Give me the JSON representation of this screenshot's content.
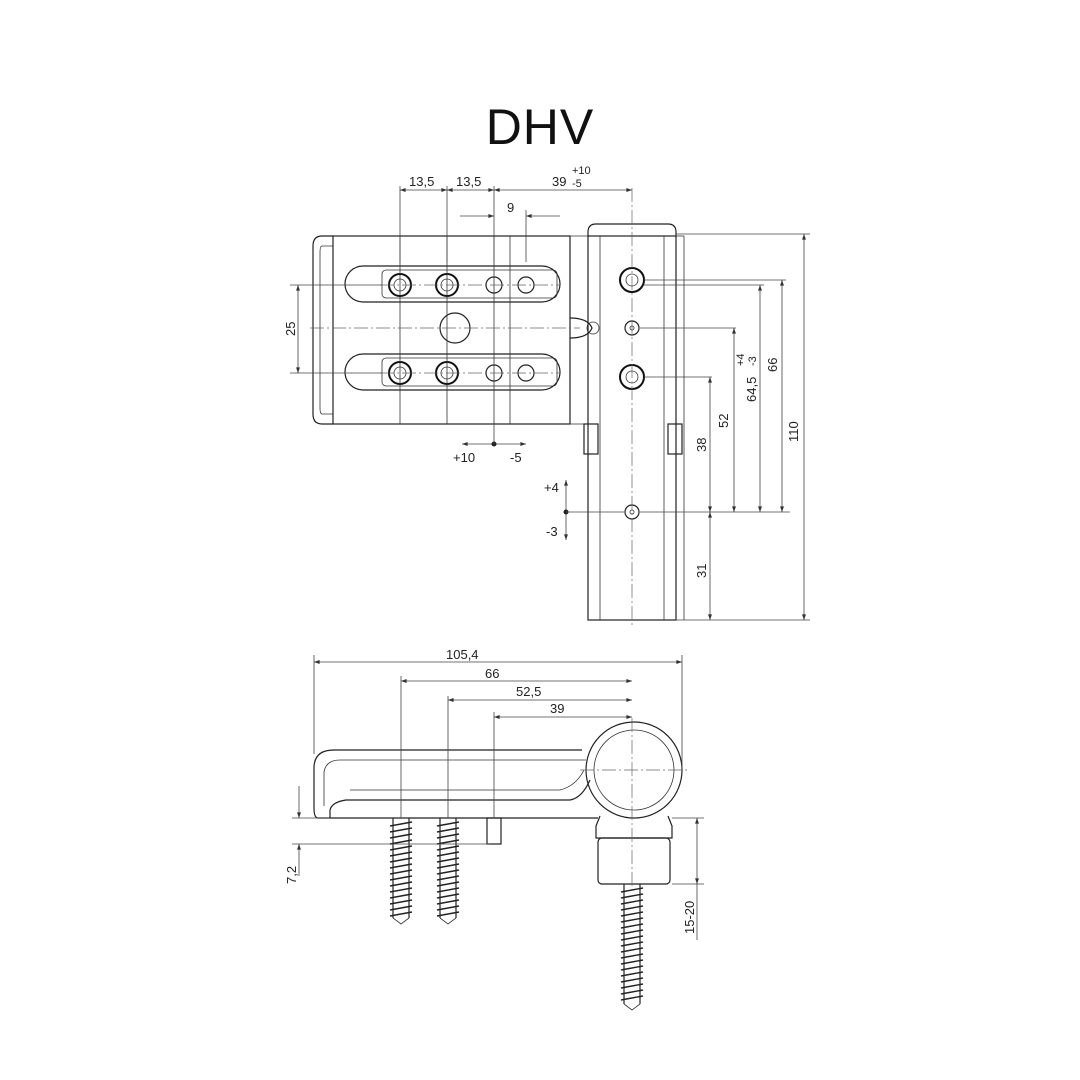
{
  "title": "DHV",
  "top_view": {
    "dims": {
      "d13_5_a": "13,5",
      "d13_5_b": "13,5",
      "d39": "39",
      "d39_plus": "+10",
      "d39_minus": "-5",
      "d9": "9",
      "d25": "25",
      "adj_plus10": "+10",
      "adj_minus5": "-5",
      "adj_plus4": "+4",
      "adj_minus3": "-3",
      "d38": "38",
      "d52": "52",
      "d64_5": "64,5",
      "d64_5_plus": "+4",
      "d64_5_minus": "-3",
      "d66": "66",
      "d110": "110",
      "d31": "31"
    }
  },
  "side_view": {
    "dims": {
      "d105_4": "105,4",
      "d66": "66",
      "d52_5": "52,5",
      "d39": "39",
      "d7_2": "7,2",
      "d15_20": "15-20"
    }
  }
}
